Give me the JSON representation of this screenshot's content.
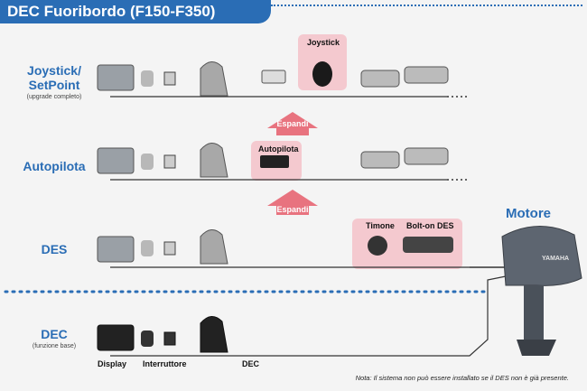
{
  "title": "DEC Fuoribordo (F150-F350)",
  "rows": {
    "joystick": {
      "label_line1": "Joystick/",
      "label_line2": "SetPoint",
      "sub": "(upgrade completo)"
    },
    "autopilota": {
      "label": "Autopilota"
    },
    "des": {
      "label": "DES"
    },
    "dec": {
      "label": "DEC",
      "sub": "(funzione base)"
    }
  },
  "callouts": {
    "joystick": "Joystick",
    "autopilota": "Autopilota",
    "timone": "Timone",
    "bolt_on": "Bolt-on DES"
  },
  "expand_label": "Espandi",
  "bottom_labels": {
    "display": "Display",
    "interruttore": "Interruttore",
    "dec": "DEC"
  },
  "motore": "Motore",
  "engine_brand": "YAMAHA",
  "note": "Nota: Il sistema non può essere installato se il DES non è già presente.",
  "colors": {
    "accent": "#2a6db5",
    "highlight": "#f4c9cf",
    "arrow": "#e8737f"
  }
}
